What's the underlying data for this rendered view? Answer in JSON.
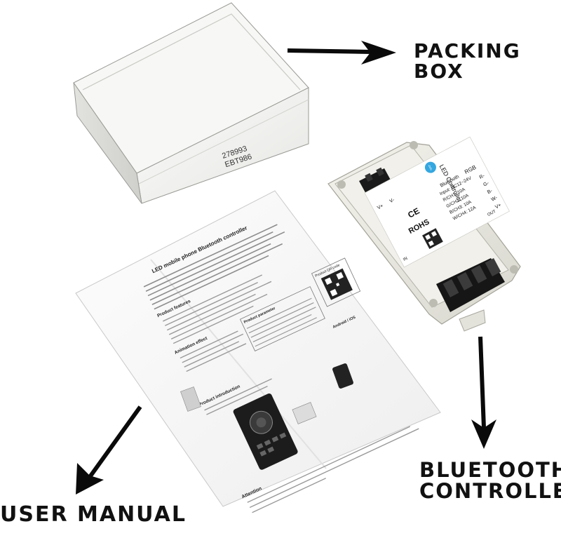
{
  "labels": {
    "packing_box": "PACKING BOX",
    "bluetooth_line1": "BLUETOOTH",
    "bluetooth_line2": "CONTROLLER",
    "user_manual": "USER MANUAL"
  },
  "box": {
    "code1": "278993",
    "code2": "EBT986"
  },
  "controller": {
    "title": "LED Controller",
    "line_rgb": "RGB",
    "line_bt": "Bluetooth",
    "line_input": "Input: DC12~24V",
    "ch1": "R/CH1: 10A",
    "ch2": "G/CH2: 10A",
    "ch3": "B/CH3: 10A",
    "ch4": "W/CH4: 12A",
    "ce": "CE",
    "rohs": "ROHS",
    "in_label": "IN",
    "out_label": "OUT",
    "vplus": "V+",
    "vminus": "V-",
    "r": "R-",
    "g": "G-",
    "b": "B-",
    "w": "W-",
    "vplus_out": "V+"
  },
  "manual": {
    "title": "LED mobile phone Bluetooth controller",
    "section_features": "Product features",
    "section_params": "Product parameter",
    "section_effect": "Animation effect",
    "section_intro": "Product introduction",
    "section_qr": "Product QR code",
    "section_attention": "Attention",
    "app_label": "Android / iOS"
  },
  "colors": {
    "arrow": "#0a0a0a",
    "box_face": "#f4f4f2",
    "controller_body": "#ecebe4",
    "terminal": "#1a1a1a"
  }
}
